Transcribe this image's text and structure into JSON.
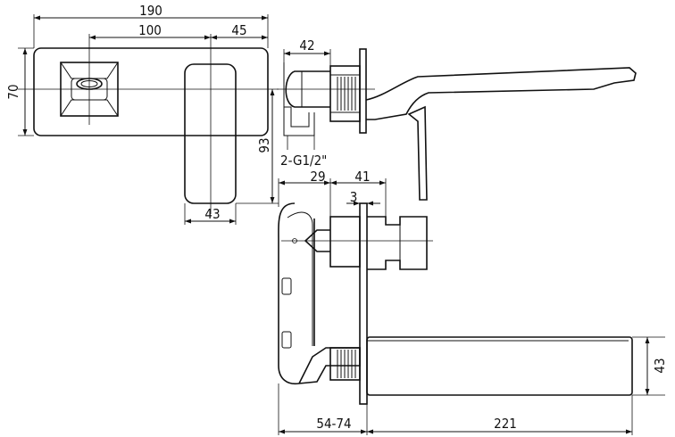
{
  "dimensions": {
    "front_width": "190",
    "spout_offset": "100",
    "handle_offset": "45",
    "plate_height": "70",
    "handle_length": "93",
    "handle_width": "43",
    "side_depth": "42",
    "connection": "2-G1/2\"",
    "body_depth": "29",
    "cartridge_depth": "41",
    "plate_thickness": "3",
    "spout_height": "43",
    "wall_depth": "54-74",
    "spout_length": "221"
  }
}
